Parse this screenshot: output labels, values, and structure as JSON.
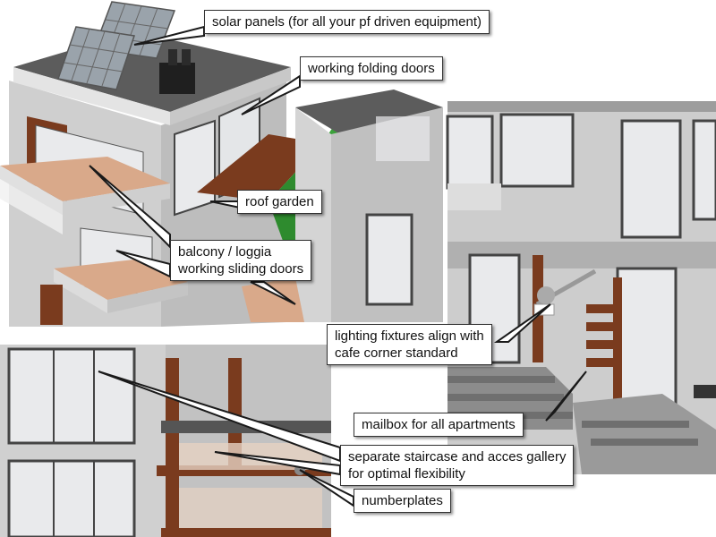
{
  "callouts": [
    {
      "id": "solar",
      "lines": [
        "solar panels  (for all your pf driven equipment)"
      ]
    },
    {
      "id": "doors",
      "lines": [
        "working folding doors"
      ]
    },
    {
      "id": "garden",
      "lines": [
        "roof garden"
      ]
    },
    {
      "id": "balcony",
      "lines": [
        "balcony / loggia",
        "working sliding doors"
      ]
    },
    {
      "id": "lighting",
      "lines": [
        "lighting fixtures align with",
        "cafe corner standard"
      ]
    },
    {
      "id": "mailbox",
      "lines": [
        "mailbox for all apartments"
      ]
    },
    {
      "id": "staircase",
      "lines": [
        "separate staircase and acces gallery",
        "for optimal flexibility"
      ]
    },
    {
      "id": "numberplates",
      "lines": [
        "numberplates"
      ]
    }
  ],
  "colors": {
    "wall_light": "#d6d6d6",
    "wall_mid": "#b9b9b9",
    "wall_dark": "#8c8c8c",
    "roof": "#5f5f5f",
    "wood": "#7a3b1e",
    "tan_floor": "#d9a98a",
    "glass": "#e9eaec",
    "window_frame": "#4a4a4a",
    "plant": "#2e8b2e"
  }
}
